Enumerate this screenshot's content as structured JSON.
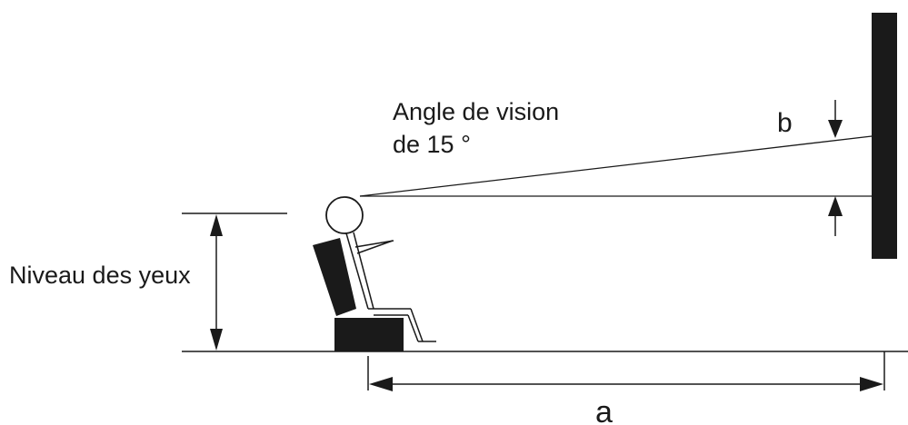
{
  "labels": {
    "viewing_angle_line1": "Angle de vision",
    "viewing_angle_line2": "de 15 °",
    "eye_level": "Niveau des yeux",
    "dimension_a": "a",
    "dimension_b": "b"
  },
  "colors": {
    "ink": "#1a1a1a",
    "background": "#ffffff"
  }
}
